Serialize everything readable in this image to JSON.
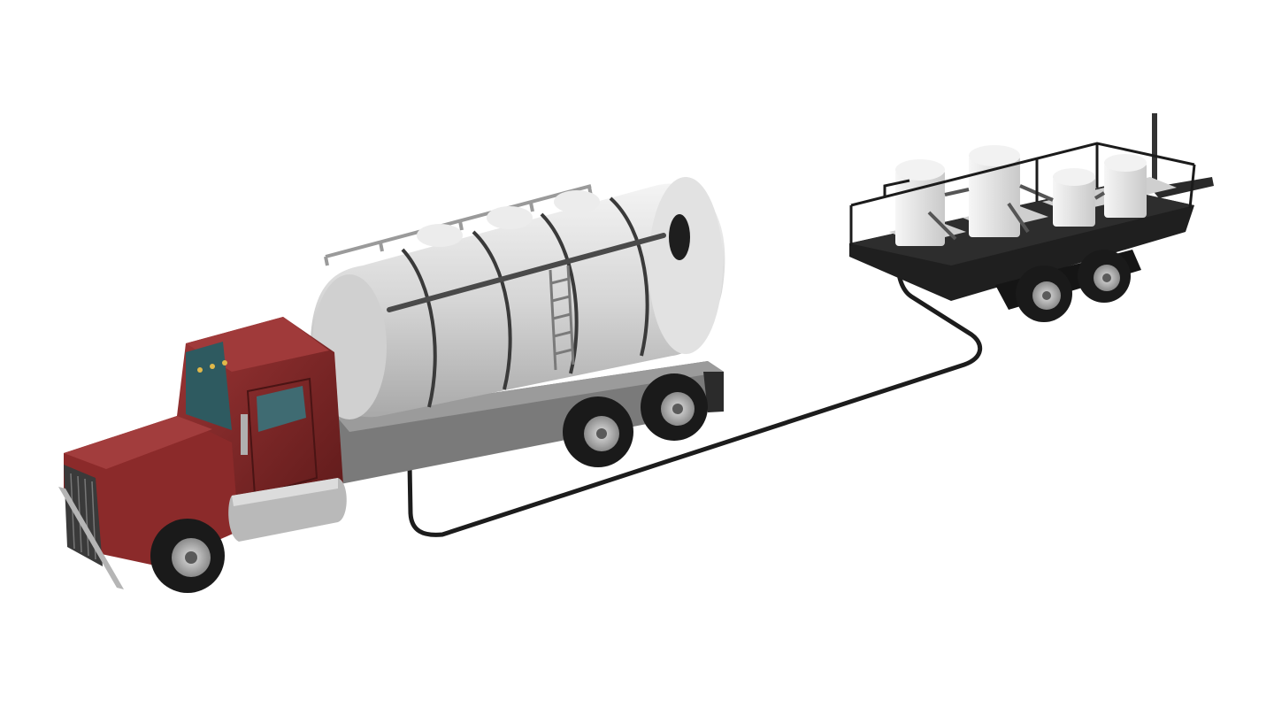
{
  "scene": {
    "background": "#ffffff",
    "objects": [
      "tanker-truck",
      "transfer-hose",
      "treatment-trailer"
    ]
  },
  "colors": {
    "cab": "#8b2a2a",
    "cab_dark": "#5e1a1a",
    "tank": "#d9d9d9",
    "tank_shade": "#bdbdbd",
    "frame": "#777777",
    "tire": "#1a1a1a",
    "hub": "#b8b8b8",
    "hose": "#1c1c1c",
    "trailer_deck": "#222222",
    "vessel": "#e6e6e6",
    "glass": "#3f6b72"
  }
}
